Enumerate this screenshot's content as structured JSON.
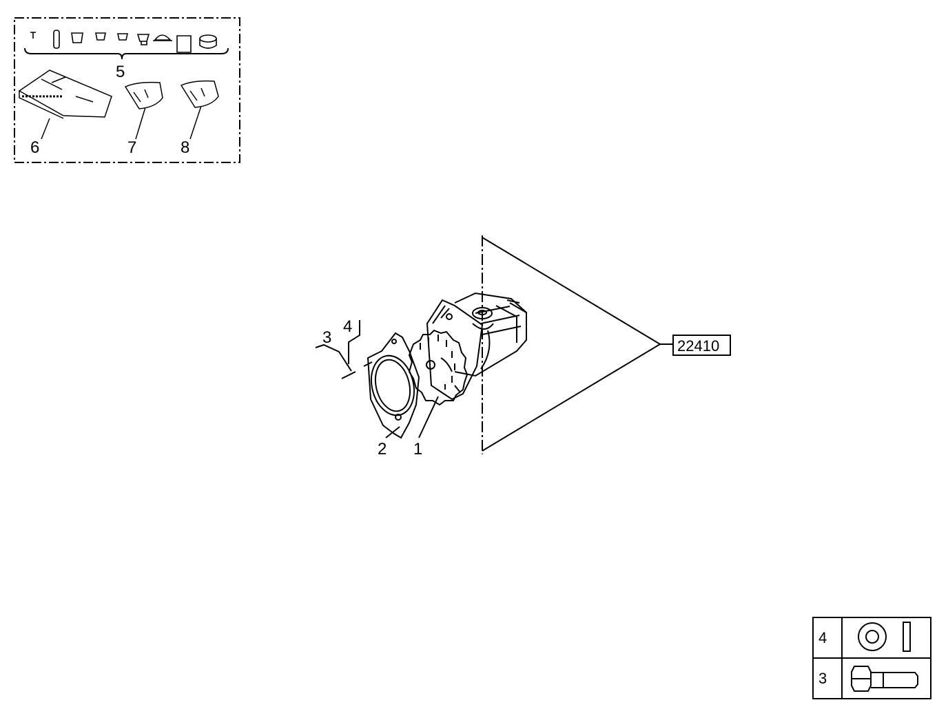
{
  "kit": {
    "labels": {
      "group": "5",
      "kit_a": "6",
      "kit_b": "7",
      "kit_c": "8"
    }
  },
  "assembly": {
    "callouts": {
      "gear": "1",
      "gasket": "2",
      "bolt": "3",
      "washer": "4"
    },
    "reference_group": "22410"
  },
  "legend": {
    "rows": [
      {
        "code": "4",
        "icon": "washer-and-pin-icon"
      },
      {
        "code": "3",
        "icon": "hex-bolt-icon"
      }
    ]
  }
}
